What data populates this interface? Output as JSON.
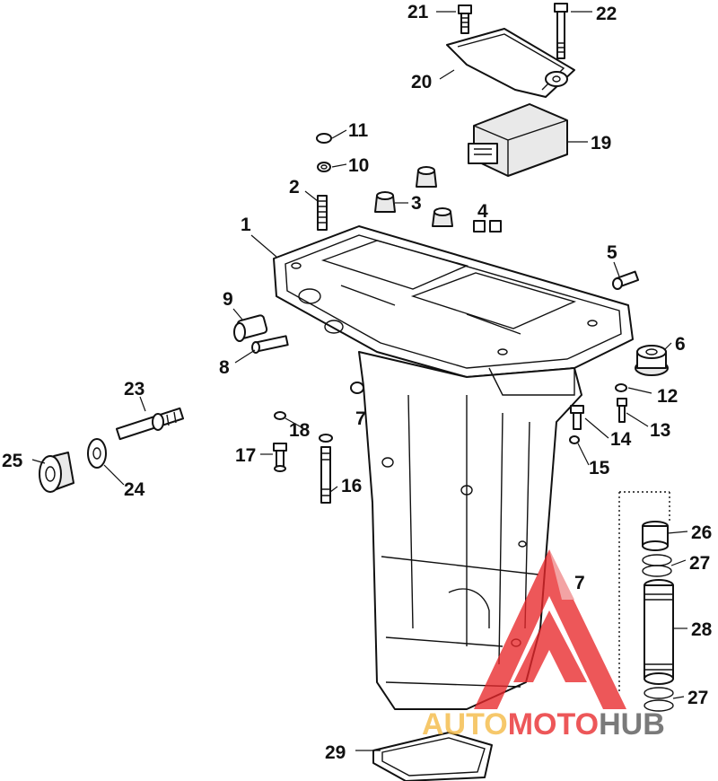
{
  "callouts": [
    "21",
    "22",
    "20",
    "19",
    "11",
    "10",
    "2",
    "3",
    "4",
    "1",
    "5",
    "9",
    "8",
    "6",
    "12",
    "7",
    "13",
    "14",
    "18",
    "17",
    "16",
    "15",
    "23",
    "25",
    "24",
    "26",
    "27",
    "28",
    "27",
    "7",
    "29"
  ],
  "watermark": {
    "part1": "AUTO",
    "part2": "MOTO",
    "part3": "HUB",
    "colors": {
      "auto": "#f4b942",
      "moto": "#e8282b",
      "hub": "#555555",
      "logo": "#e8282b"
    }
  }
}
